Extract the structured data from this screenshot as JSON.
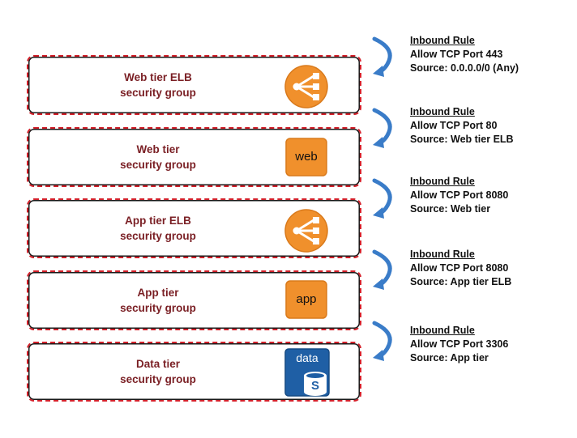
{
  "security_groups": [
    {
      "line1": "Web tier ELB",
      "line2": "security group",
      "icon": "elb-icon"
    },
    {
      "line1": "Web tier",
      "line2": "security group",
      "icon": "web-icon",
      "icon_text": "web"
    },
    {
      "line1": "App tier ELB",
      "line2": "security group",
      "icon": "elb-icon"
    },
    {
      "line1": "App tier",
      "line2": "security group",
      "icon": "app-icon",
      "icon_text": "app"
    },
    {
      "line1": "Data tier",
      "line2": "security group",
      "icon": "database-icon",
      "icon_text": "data",
      "icon_sub": "S"
    }
  ],
  "rules": [
    {
      "title": "Inbound Rule",
      "port": "Allow TCP Port 443",
      "source": "Source: 0.0.0.0/0 (Any)"
    },
    {
      "title": "Inbound Rule",
      "port": "Allow TCP Port 80",
      "source": "Source: Web tier ELB"
    },
    {
      "title": "Inbound Rule",
      "port": "Allow TCP Port 8080",
      "source": "Source: Web tier"
    },
    {
      "title": "Inbound Rule",
      "port": "Allow TCP Port 8080",
      "source": "Source: App tier ELB"
    },
    {
      "title": "Inbound Rule",
      "port": "Allow TCP Port 3306",
      "source": "Source: App tier"
    }
  ],
  "colors": {
    "border": "#d2202a",
    "label": "#7a1f24",
    "orange": "#f0902c",
    "db_blue": "#1f5fa5",
    "arrow": "#3a7cc8"
  }
}
